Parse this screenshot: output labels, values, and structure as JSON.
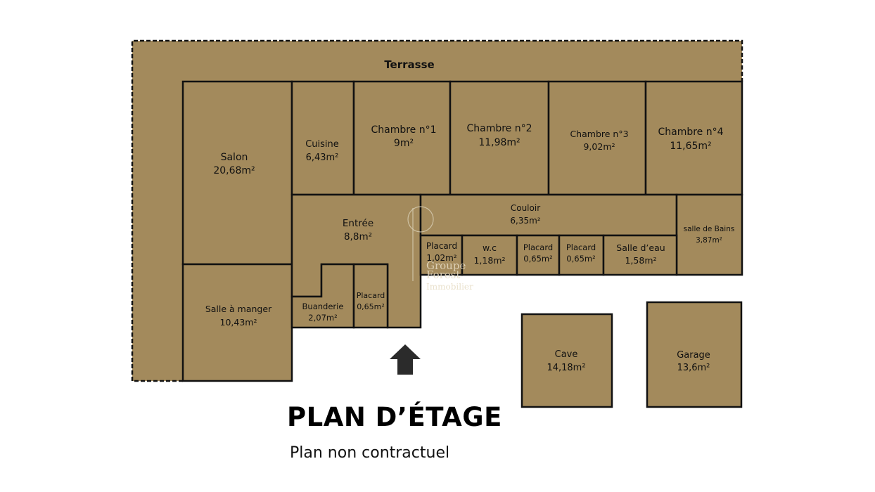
{
  "title": "PLAN D’ÉTAGE",
  "subtitle": "Plan non contractuel",
  "colors": {
    "room_fill": "#a38a5c",
    "wall": "#111111",
    "background": "#ffffff"
  },
  "watermark": {
    "line1": "Groupe",
    "line2": "Forest",
    "line3": "Immobilier"
  },
  "rooms": {
    "terrasse": {
      "name": "Terrasse"
    },
    "salon": {
      "name": "Salon",
      "area": "20,68m²"
    },
    "cuisine": {
      "name": "Cuisine",
      "area": "6,43m²"
    },
    "chambre1": {
      "name": "Chambre n°1",
      "area": "9m²"
    },
    "chambre2": {
      "name": "Chambre n°2",
      "area": "11,98m²"
    },
    "chambre3": {
      "name": "Chambre n°3",
      "area": "9,02m²"
    },
    "chambre4": {
      "name": "Chambre n°4",
      "area": "11,65m²"
    },
    "entree": {
      "name": "Entrée",
      "area": "8,8m²"
    },
    "couloir": {
      "name": "Couloir",
      "area": "6,35m²"
    },
    "salle_de_bains": {
      "name": "salle de Bains",
      "area": "3,87m²"
    },
    "placard1": {
      "name": "Placard",
      "area": "1,02m²"
    },
    "wc": {
      "name": "w.c",
      "area": "1,18m²"
    },
    "placard2": {
      "name": "Placard",
      "area": "0,65m²"
    },
    "placard3": {
      "name": "Placard",
      "area": "0,65m²"
    },
    "salle_deau": {
      "name": "Salle d’eau",
      "area": "1,58m²"
    },
    "salle_a_manger": {
      "name": "Salle à manger",
      "area": "10,43m²"
    },
    "buanderie": {
      "name": "Buanderie",
      "area": "2,07m²"
    },
    "placard4": {
      "name": "Placard",
      "area": "0,65m²"
    },
    "cave": {
      "name": "Cave",
      "area": "14,18m²"
    },
    "garage": {
      "name": "Garage",
      "area": "13,6m²"
    }
  }
}
